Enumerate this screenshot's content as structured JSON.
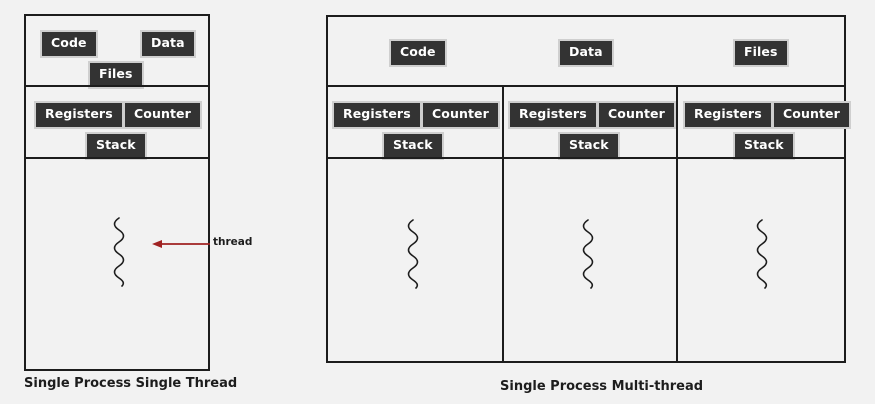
{
  "diagram": {
    "background_color": "#f2f2f2",
    "chip_fill": "#333333",
    "chip_text_color": "#ffffff",
    "chip_border_color": "#cfcfcf",
    "panel_border_color": "#1d1d1d",
    "annotation_color": "#a02222"
  },
  "single_process": {
    "caption": "Single Process Single Thread",
    "shared_band": {
      "chips": [
        {
          "label": "Code"
        },
        {
          "label": "Data"
        },
        {
          "label": "Files"
        }
      ]
    },
    "thread_band": {
      "chips": [
        {
          "label": "Registers"
        },
        {
          "label": "Counter"
        },
        {
          "label": "Stack"
        }
      ]
    },
    "execution_band": {
      "threads": 1
    },
    "annotation": {
      "label": "thread",
      "arrow": "left-arrow"
    }
  },
  "multi_process": {
    "caption": "Single Process Multi-thread",
    "shared_band": {
      "chips": [
        {
          "label": "Code"
        },
        {
          "label": "Data"
        },
        {
          "label": "Files"
        }
      ]
    },
    "thread_columns": [
      {
        "chips": [
          {
            "label": "Registers"
          },
          {
            "label": "Counter"
          },
          {
            "label": "Stack"
          }
        ]
      },
      {
        "chips": [
          {
            "label": "Registers"
          },
          {
            "label": "Counter"
          },
          {
            "label": "Stack"
          }
        ]
      },
      {
        "chips": [
          {
            "label": "Registers"
          },
          {
            "label": "Counter"
          },
          {
            "label": "Stack"
          }
        ]
      }
    ],
    "execution_band": {
      "threads": 3
    }
  }
}
